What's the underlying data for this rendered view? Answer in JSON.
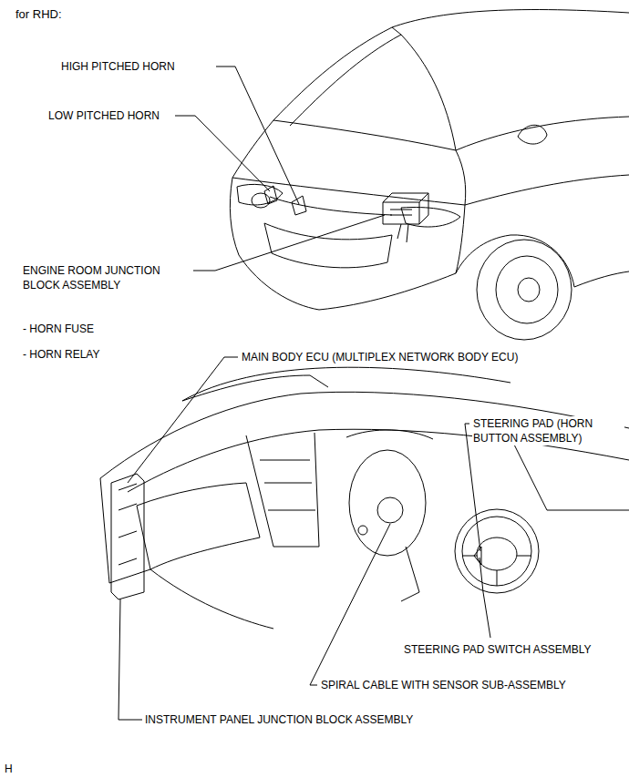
{
  "diagram": {
    "title": "for RHD:",
    "labels": [
      "HIGH PITCHED HORN",
      "LOW PITCHED HORN",
      "ENGINE ROOM JUNCTION BLOCK ASSEMBLY",
      "- HORN FUSE",
      "- HORN RELAY",
      "MAIN BODY ECU (MULTIPLEX NETWORK BODY ECU)",
      "STEERING PAD (HORN BUTTON ASSEMBLY)",
      "STEERING PAD SWITCH ASSEMBLY",
      "SPIRAL CABLE WITH SENSOR SUB-ASSEMBLY",
      "INSTRUMENT PANEL JUNCTION BLOCK ASSEMBLY",
      "H"
    ]
  }
}
